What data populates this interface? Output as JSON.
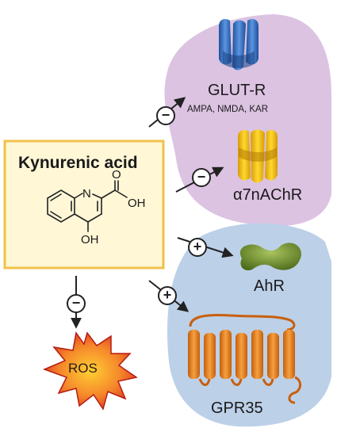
{
  "compound": {
    "title": "Kynurenic acid",
    "atoms": {
      "n": "N",
      "o": "O",
      "oh_acid": "OH",
      "oh_ring": "OH"
    }
  },
  "targets": {
    "glut_r": {
      "label": "GLUT-R",
      "subtypes": "AMPA, NMDA, KAR",
      "effect": "−"
    },
    "a7nachr": {
      "label": "α7nAChR",
      "effect": "−"
    },
    "ahr": {
      "label": "AhR",
      "effect": "+"
    },
    "gpr35": {
      "label": "GPR35",
      "effect": "+"
    },
    "ros": {
      "label": "ROS",
      "effect": "−"
    }
  },
  "colors": {
    "inhibitory_region": "#dcc3e2",
    "activating_region": "#bcd0e8",
    "compound_box_fill": "#fff7d6",
    "compound_box_border": "#f0c24b",
    "glut_receptor": "#3f75c0",
    "nicotinic_receptor": "#f4c21b",
    "ahr_protein": "#6f8d2d",
    "gpr35_receptor": "#e9801d",
    "ros_burst": "#e0402a"
  }
}
